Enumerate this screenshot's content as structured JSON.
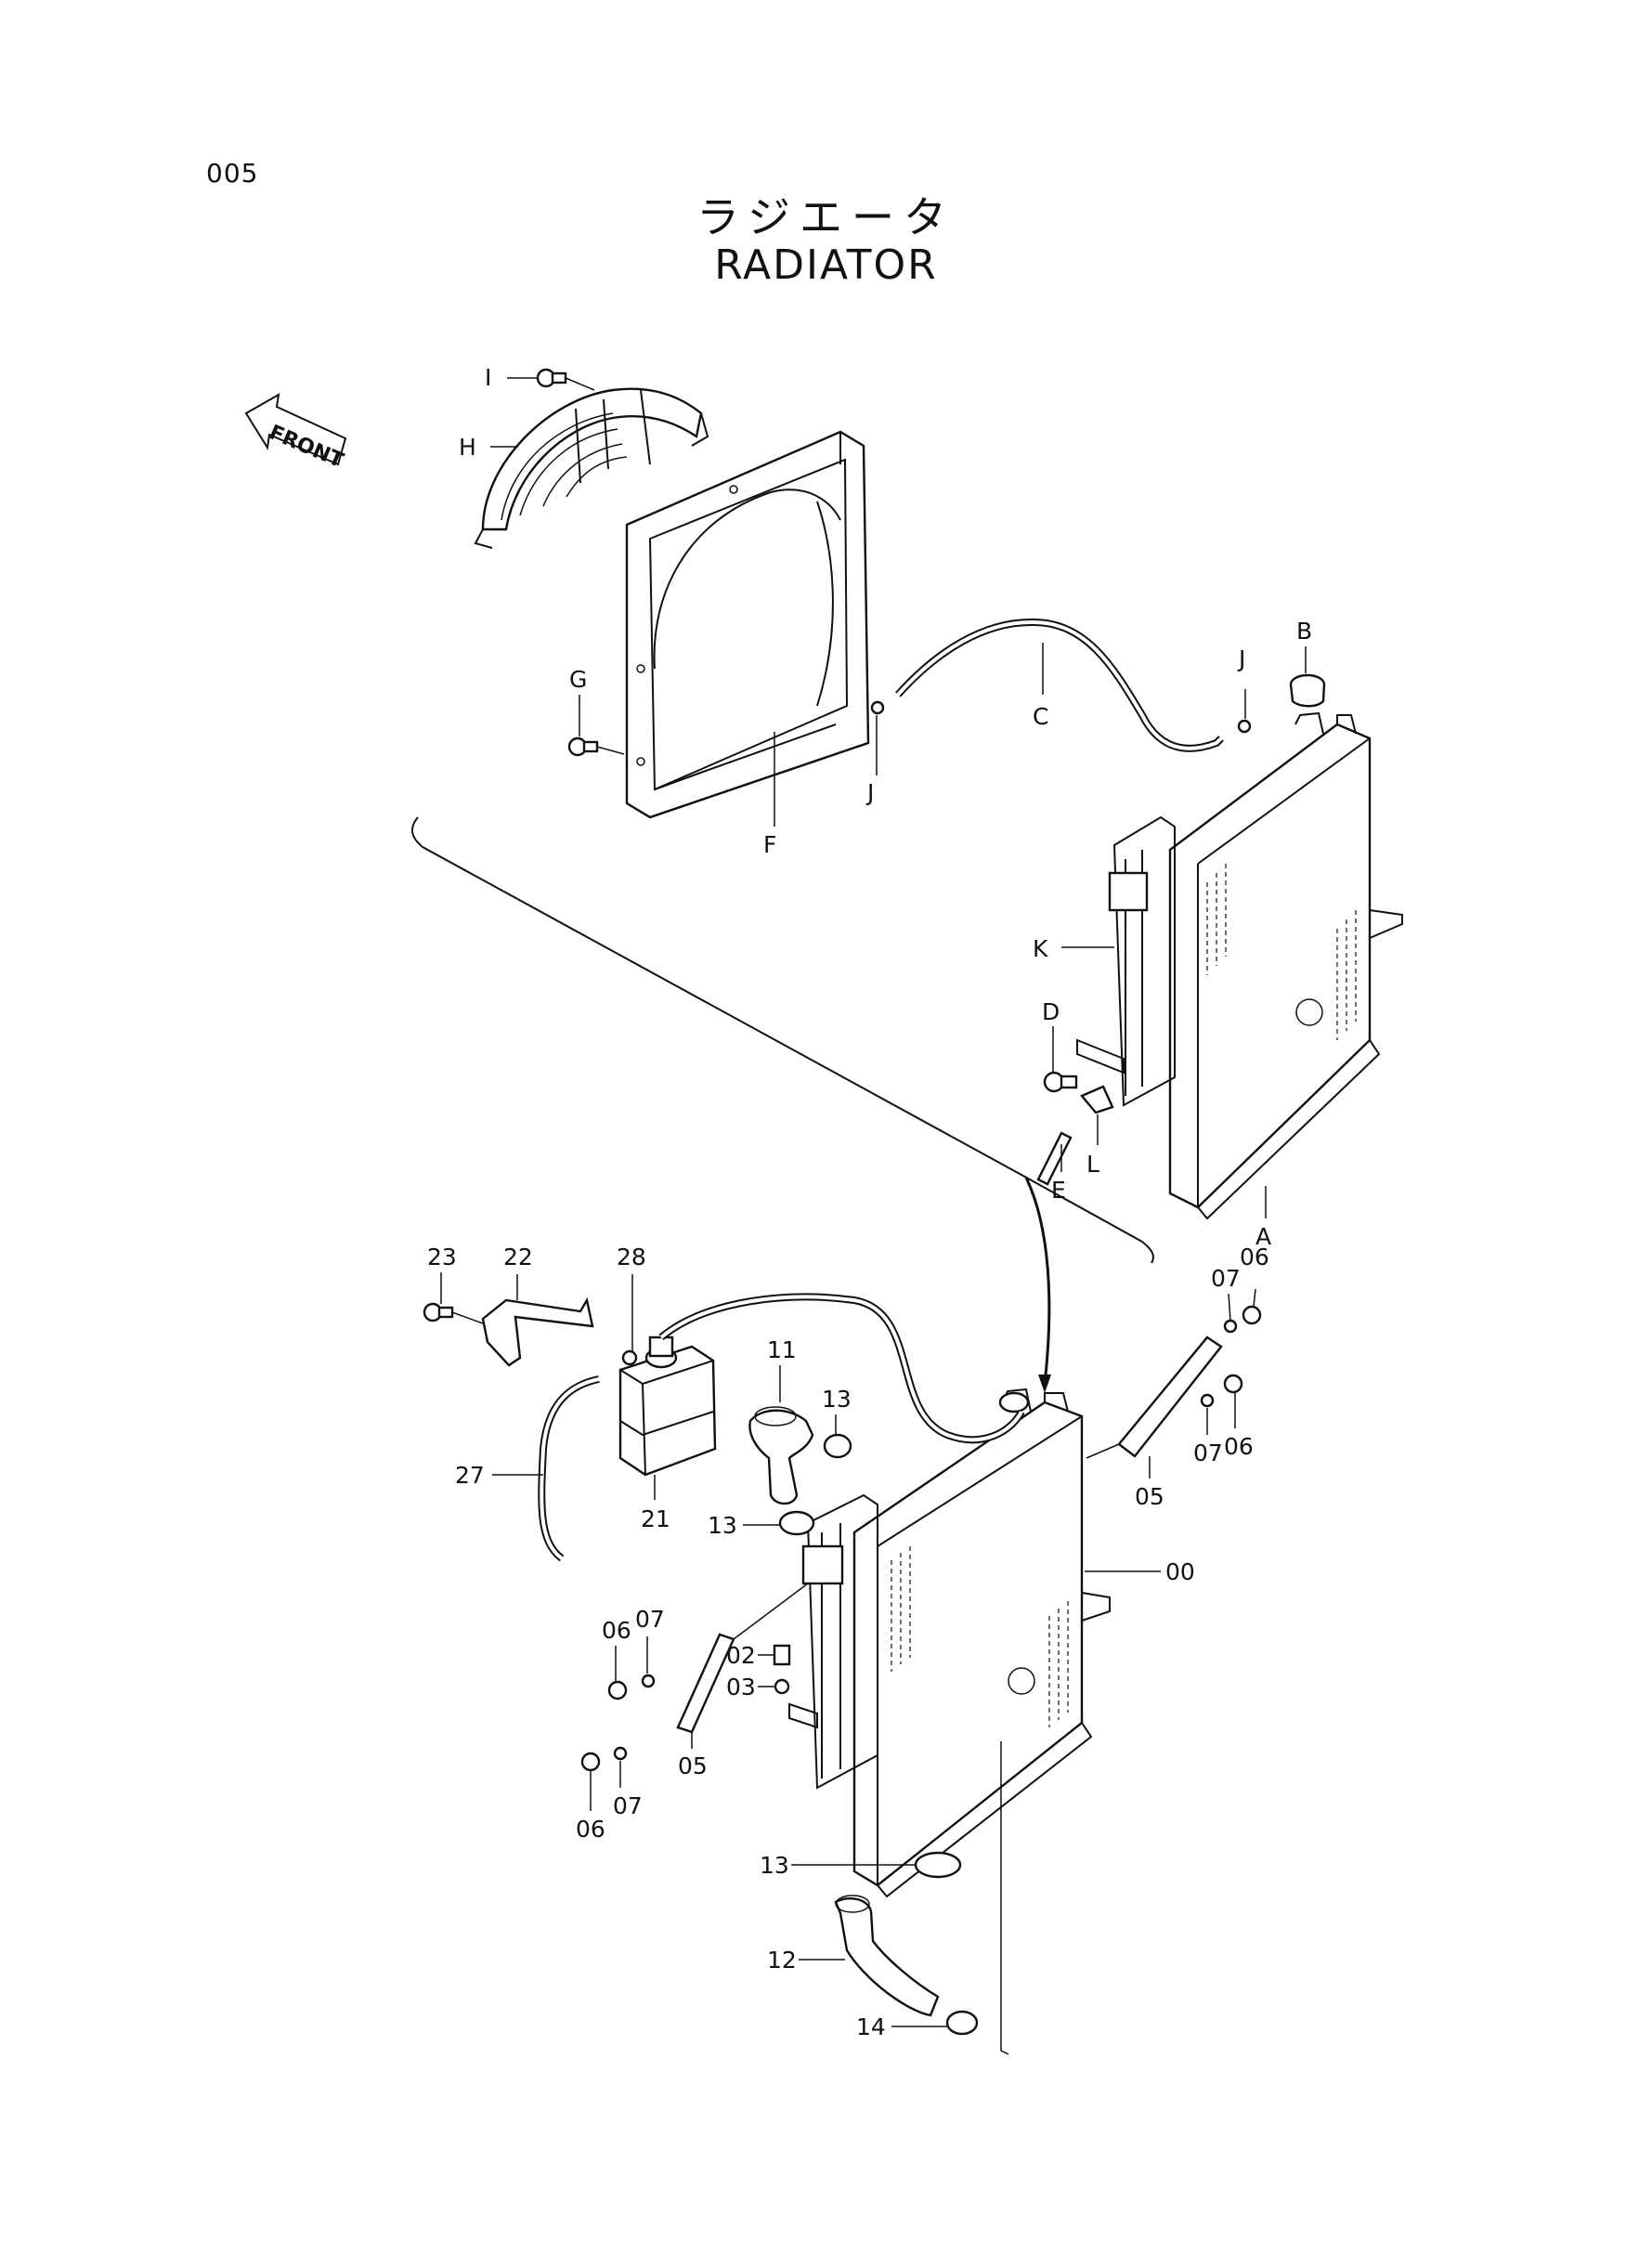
{
  "header": {
    "page_number": "005",
    "title_jp": "ラジエータ",
    "title_en": "RADIATOR"
  },
  "front_marker": "FRONT",
  "callouts": [
    {
      "id": "co-I",
      "text": "I"
    },
    {
      "id": "co-H",
      "text": "H"
    },
    {
      "id": "co-B",
      "text": "B"
    },
    {
      "id": "co-J1",
      "text": "J"
    },
    {
      "id": "co-C",
      "text": "C"
    },
    {
      "id": "co-G",
      "text": "G"
    },
    {
      "id": "co-J2",
      "text": "J"
    },
    {
      "id": "co-F",
      "text": "F"
    },
    {
      "id": "co-K",
      "text": "K"
    },
    {
      "id": "co-D",
      "text": "D"
    },
    {
      "id": "co-L",
      "text": "L"
    },
    {
      "id": "co-E",
      "text": "E"
    },
    {
      "id": "co-A",
      "text": "A"
    },
    {
      "id": "co-23",
      "text": "23"
    },
    {
      "id": "co-22",
      "text": "22"
    },
    {
      "id": "co-28",
      "text": "28"
    },
    {
      "id": "co-07a",
      "text": "07"
    },
    {
      "id": "co-06a",
      "text": "06"
    },
    {
      "id": "co-11",
      "text": "11"
    },
    {
      "id": "co-13a",
      "text": "13"
    },
    {
      "id": "co-27",
      "text": "27"
    },
    {
      "id": "co-21",
      "text": "21"
    },
    {
      "id": "co-13b",
      "text": "13"
    },
    {
      "id": "co-07b",
      "text": "07"
    },
    {
      "id": "co-06b",
      "text": "06"
    },
    {
      "id": "co-05a",
      "text": "05"
    },
    {
      "id": "co-00",
      "text": "00"
    },
    {
      "id": "co-07c",
      "text": "07"
    },
    {
      "id": "co-06c",
      "text": "06"
    },
    {
      "id": "co-02",
      "text": "02"
    },
    {
      "id": "co-03",
      "text": "03"
    },
    {
      "id": "co-05b",
      "text": "05"
    },
    {
      "id": "co-06d",
      "text": "06"
    },
    {
      "id": "co-07d",
      "text": "07"
    },
    {
      "id": "co-13c",
      "text": "13"
    },
    {
      "id": "co-12",
      "text": "12"
    },
    {
      "id": "co-14",
      "text": "14"
    }
  ]
}
